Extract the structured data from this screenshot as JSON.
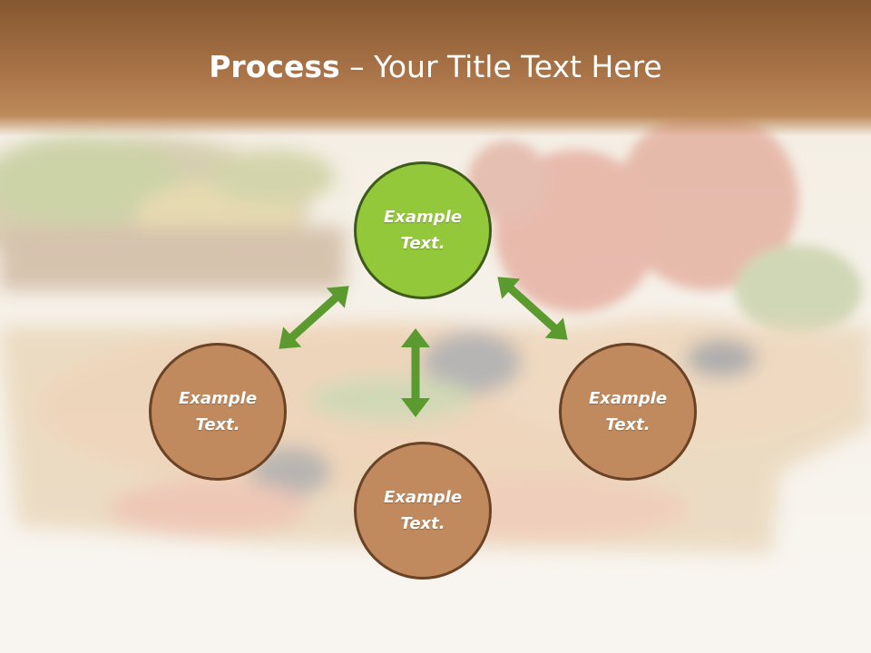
{
  "slide": {
    "title_bold": "Process",
    "title_rest": " – Your Title Text Here"
  },
  "diagram": {
    "nodes": [
      {
        "id": "top",
        "label": "Example Text.",
        "fill": "#93c83a"
      },
      {
        "id": "left",
        "label": "Example Text.",
        "fill": "#c08a5e"
      },
      {
        "id": "right",
        "label": "Example Text.",
        "fill": "#c08a5e"
      },
      {
        "id": "bottom",
        "label": "Example Text.",
        "fill": "#c08a5e"
      }
    ],
    "arrow_color": "#5a9a2e"
  },
  "background": {
    "header_color": "#8a5a34",
    "description_icon": "pizza-photo-background"
  }
}
